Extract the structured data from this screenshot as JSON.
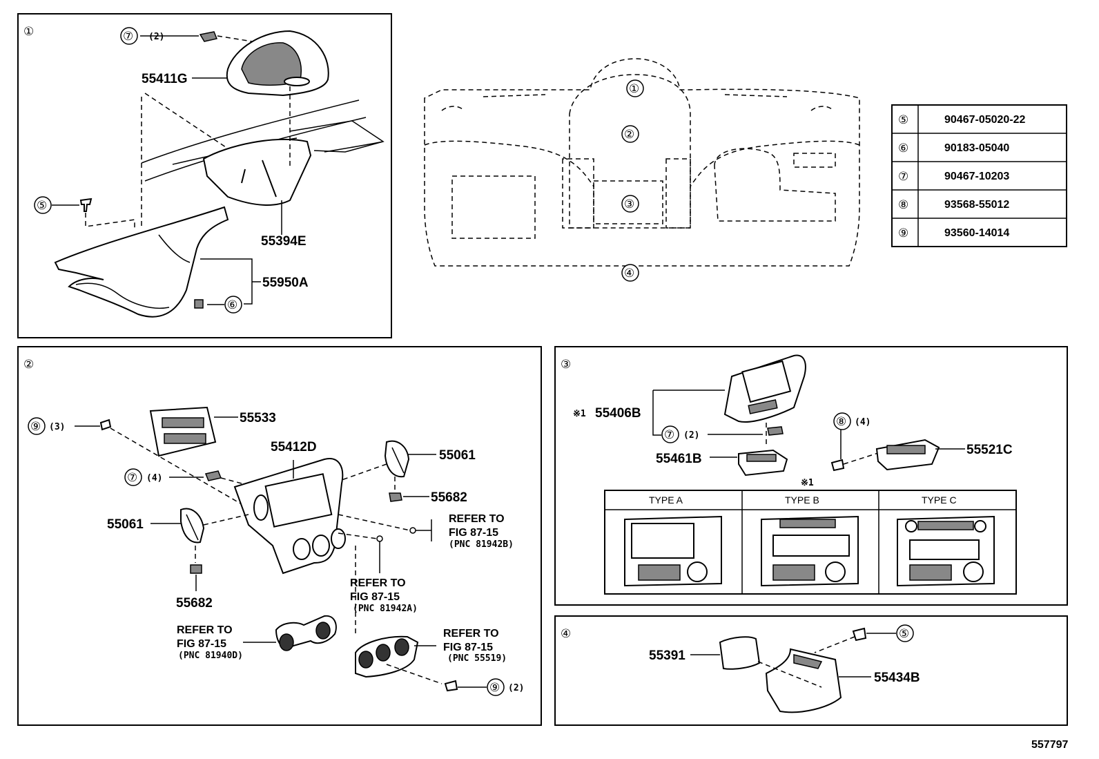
{
  "diagram_id": "557797",
  "panels": [
    {
      "num": "①"
    },
    {
      "num": "②"
    },
    {
      "num": "③"
    },
    {
      "num": "④"
    }
  ],
  "overview_labels": [
    "①",
    "②",
    "③",
    "④"
  ],
  "part_table": [
    {
      "ref": "⑤",
      "part": "90467-05020-22"
    },
    {
      "ref": "⑥",
      "part": "90183-05040"
    },
    {
      "ref": "⑦",
      "part": "90467-10203"
    },
    {
      "ref": "⑧",
      "part": "93568-55012"
    },
    {
      "ref": "⑨",
      "part": "93560-14014"
    }
  ],
  "panel1": {
    "clip7": "⑦",
    "clip7_qty": "(2)",
    "p55411G": "55411G",
    "p55394E": "55394E",
    "p55950A": "55950A",
    "screw5": "⑤",
    "nut6": "⑥"
  },
  "panel2": {
    "screw9": "⑨",
    "screw9_qty": "(3)",
    "p55533": "55533",
    "p55412D": "55412D",
    "clip7": "⑦",
    "clip7_qty": "(4)",
    "p55061_right": "55061",
    "p55682_right": "55682",
    "p55061_left": "55061",
    "p55682_left": "55682",
    "ref1_a": "REFER TO",
    "ref1_b": "FIG 87-15",
    "ref1_c": "(PNC 81942B)",
    "ref2_a": "REFER TO",
    "ref2_b": "FIG 87-15",
    "ref2_c": "(PNC 81942A)",
    "ref3_a": "REFER TO",
    "ref3_b": "FIG 87-15",
    "ref3_c": "(PNC 81940D)",
    "ref4_a": "REFER TO",
    "ref4_b": "FIG 87-15",
    "ref4_c": "(PNC 55519)",
    "screw9b": "⑨",
    "screw9b_qty": "(2)"
  },
  "panel3": {
    "note_mark": "※1",
    "p55406B": "55406B",
    "clip7": "⑦",
    "clip7_qty": "(2)",
    "p55461B": "55461B",
    "screw8": "⑧",
    "screw8_qty": "(4)",
    "p55521C": "55521C",
    "types_mark": "※1",
    "types": [
      "TYPE A",
      "TYPE B",
      "TYPE C"
    ]
  },
  "panel4": {
    "p55391": "55391",
    "p55434B": "55434B",
    "screw5": "⑤"
  }
}
